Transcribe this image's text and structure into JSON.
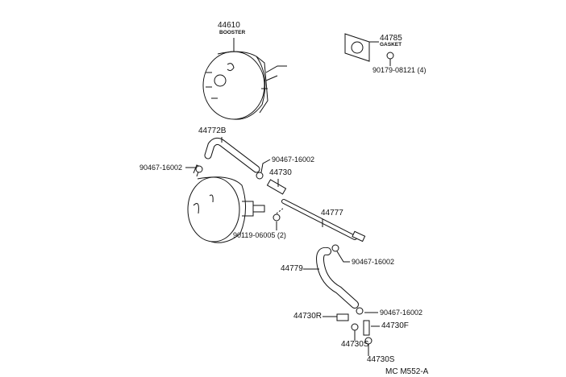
{
  "labels": {
    "booster_num": "44610",
    "booster_name": "BOOSTER",
    "gasket_num": "44785",
    "gasket_name": "GASKET",
    "nut": "90179-08121 (4)",
    "hose_upper": "44772B",
    "clamp_left": "90467-16002",
    "clamp_upper": "90467-16002",
    "check_valve": "44730",
    "tube": "44777",
    "washer": "90119-06005 (2)",
    "clamp_mid": "90467-16002",
    "hose_lower": "44779",
    "clamp_lower": "90467-16002",
    "union_r": "44730R",
    "union_f": "44730F",
    "gasket_s1": "44730S",
    "gasket_s2": "44730S",
    "code": "MC M552-A"
  }
}
